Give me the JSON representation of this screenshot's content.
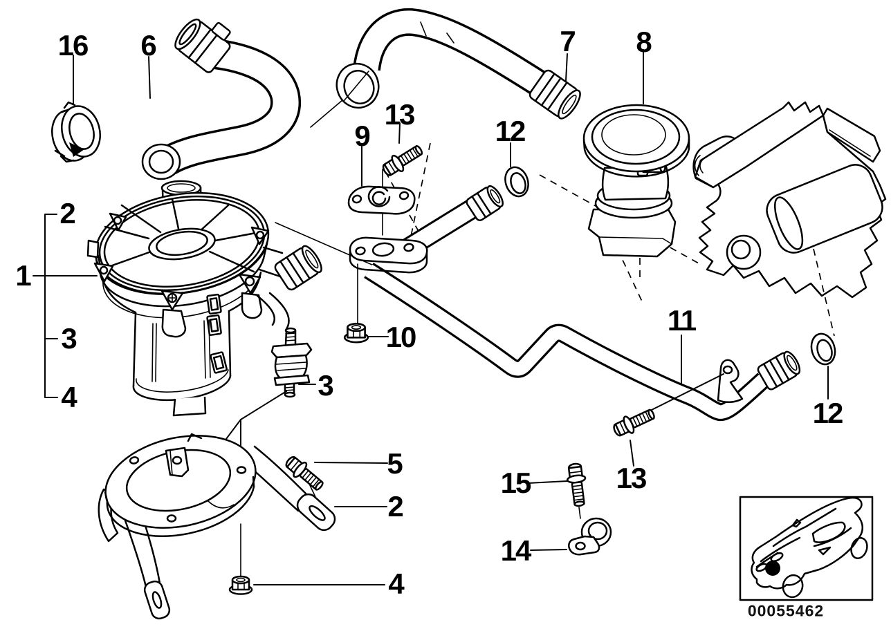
{
  "diagram": {
    "background_color": "#ffffff",
    "line_color": "#000000",
    "image_code": "00055462",
    "icons": {
      "thumbnail": "car-location-thumbnail"
    },
    "callouts": [
      {
        "id": "callout-16",
        "label": "16"
      },
      {
        "id": "callout-6",
        "label": "6"
      },
      {
        "id": "callout-7",
        "label": "7"
      },
      {
        "id": "callout-8",
        "label": "8"
      },
      {
        "id": "callout-13-top",
        "label": "13"
      },
      {
        "id": "callout-9",
        "label": "9"
      },
      {
        "id": "callout-12-top",
        "label": "12"
      },
      {
        "id": "callout-2-left",
        "label": "2"
      },
      {
        "id": "callout-1",
        "label": "1"
      },
      {
        "id": "callout-3-left",
        "label": "3"
      },
      {
        "id": "callout-4-left",
        "label": "4"
      },
      {
        "id": "callout-10",
        "label": "10"
      },
      {
        "id": "callout-3-mid",
        "label": "3"
      },
      {
        "id": "callout-11",
        "label": "11"
      },
      {
        "id": "callout-12-right",
        "label": "12"
      },
      {
        "id": "callout-5",
        "label": "5"
      },
      {
        "id": "callout-2-bottom",
        "label": "2"
      },
      {
        "id": "callout-15",
        "label": "15"
      },
      {
        "id": "callout-13-bottom",
        "label": "13"
      },
      {
        "id": "callout-14",
        "label": "14"
      },
      {
        "id": "callout-4-bottom",
        "label": "4"
      }
    ]
  }
}
